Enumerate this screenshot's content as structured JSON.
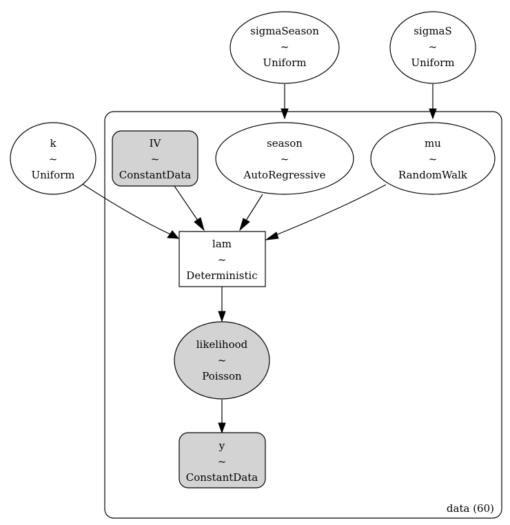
{
  "plate": {
    "label": "data (60)"
  },
  "nodes": {
    "sigmaSeason": {
      "name": "sigmaSeason",
      "sep": "~",
      "dist": "Uniform",
      "fill": "#ffffff"
    },
    "sigmaS": {
      "name": "sigmaS",
      "sep": "~",
      "dist": "Uniform",
      "fill": "#ffffff"
    },
    "k": {
      "name": "k",
      "sep": "~",
      "dist": "Uniform",
      "fill": "#ffffff"
    },
    "IV": {
      "name": "IV",
      "sep": "~",
      "dist": "ConstantData",
      "fill": "#d3d3d3"
    },
    "season": {
      "name": "season",
      "sep": "~",
      "dist": "AutoRegressive",
      "fill": "#ffffff"
    },
    "mu": {
      "name": "mu",
      "sep": "~",
      "dist": "RandomWalk",
      "fill": "#ffffff"
    },
    "lam": {
      "name": "lam",
      "sep": "~",
      "dist": "Deterministic",
      "fill": "#ffffff"
    },
    "likelihood": {
      "name": "likelihood",
      "sep": "~",
      "dist": "Poisson",
      "fill": "#d3d3d3"
    },
    "y": {
      "name": "y",
      "sep": "~",
      "dist": "ConstantData",
      "fill": "#d3d3d3"
    }
  },
  "edges": [
    {
      "from": "sigmaSeason",
      "to": "season"
    },
    {
      "from": "sigmaS",
      "to": "mu"
    },
    {
      "from": "k",
      "to": "lam"
    },
    {
      "from": "IV",
      "to": "lam"
    },
    {
      "from": "season",
      "to": "lam"
    },
    {
      "from": "mu",
      "to": "lam"
    },
    {
      "from": "lam",
      "to": "likelihood"
    },
    {
      "from": "likelihood",
      "to": "y"
    }
  ]
}
